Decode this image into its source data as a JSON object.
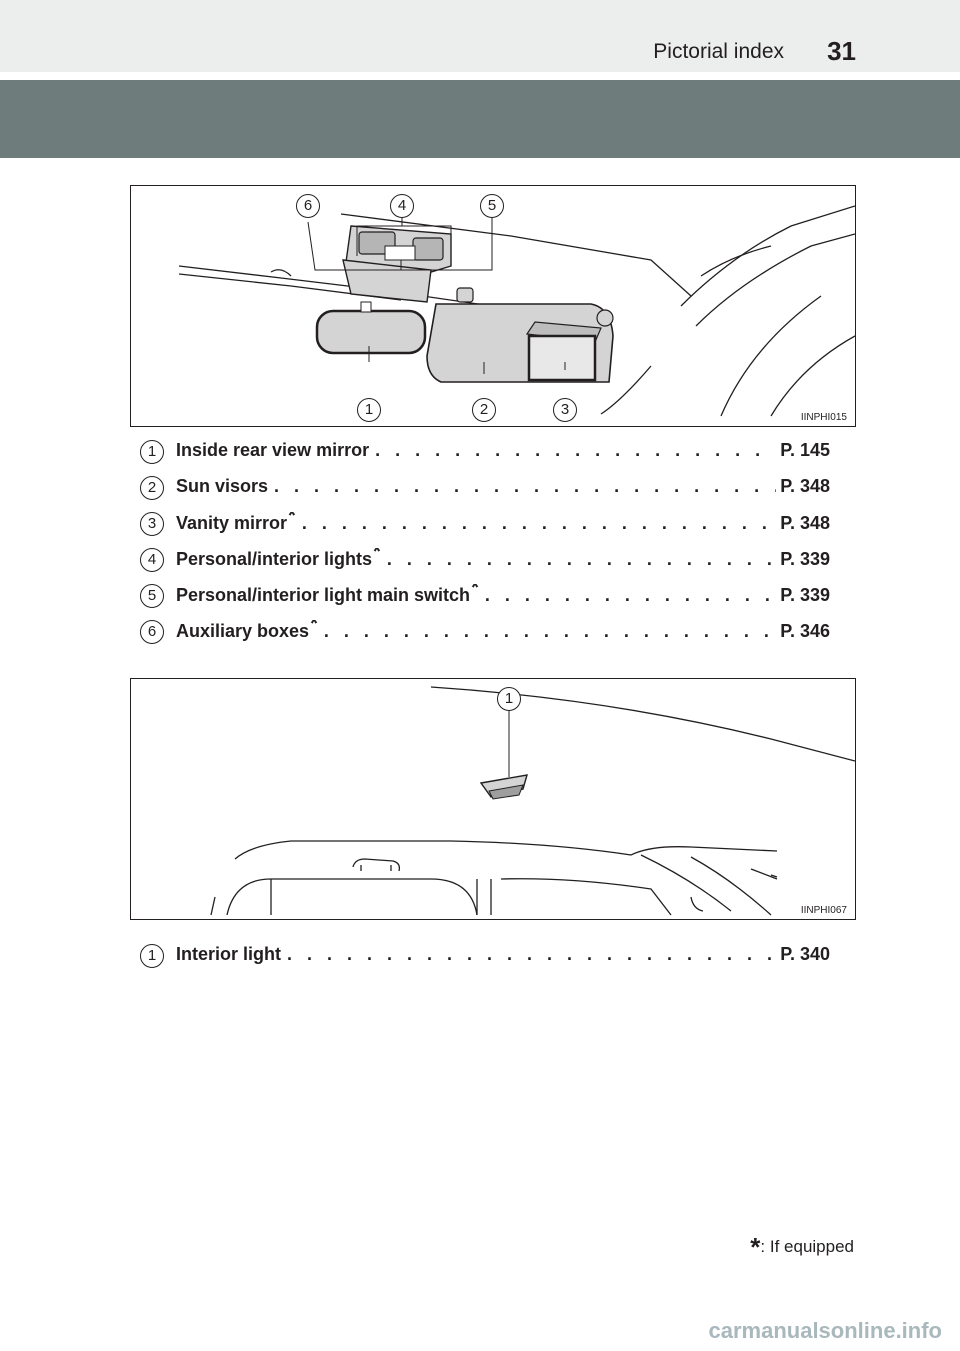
{
  "header": {
    "section_title": "Pictorial index",
    "page_number": "31"
  },
  "figures": [
    {
      "id": "IINPHI015"
    },
    {
      "id": "IINPHI067"
    }
  ],
  "callouts_fig1": [
    "6",
    "4",
    "5",
    "1",
    "2",
    "3"
  ],
  "callouts_fig2": [
    "1"
  ],
  "list1": [
    {
      "num": "1",
      "label": "Inside rear view mirror",
      "ref": "P. 145"
    },
    {
      "num": "2",
      "label": "Sun visors",
      "ref": "P. 348"
    },
    {
      "num": "3",
      "label": "Vanity mirror",
      "star": "*",
      "ref": "P. 348"
    },
    {
      "num": "4",
      "label": "Personal/interior lights",
      "star": "*",
      "ref": "P. 339"
    },
    {
      "num": "5",
      "label": "Personal/interior light main switch",
      "star": "*",
      "ref": "P. 339"
    },
    {
      "num": "6",
      "label": "Auxiliary boxes",
      "star": "*",
      "ref": "P. 346"
    }
  ],
  "list2": [
    {
      "num": "1",
      "label": "Interior light",
      "ref": "P. 340"
    }
  ],
  "footnote": {
    "star": "*",
    "text": ": If equipped"
  },
  "watermark": "carmanualsonline.info"
}
